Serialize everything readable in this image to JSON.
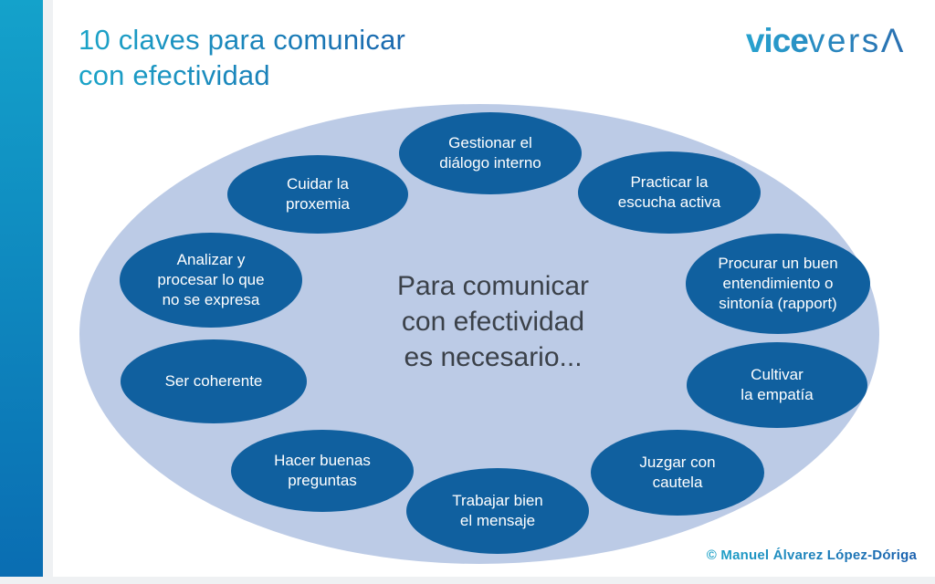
{
  "header": {
    "title": "10 claves para comunicar\ncon efectividad"
  },
  "logo": {
    "bold": "vice",
    "light": "versΛ"
  },
  "diagram": {
    "center_text": "Para comunicar\ncon efectividad\nes necesario...",
    "items": [
      {
        "id": "gestionar-dialogo-interno",
        "label": "Gestionar el\ndiálogo interno"
      },
      {
        "id": "practicar-escucha-activa",
        "label": "Practicar la\nescucha activa"
      },
      {
        "id": "procurar-entendimiento-rapport",
        "label": "Procurar un buen\nentendimiento o\nsintonía (rapport)"
      },
      {
        "id": "cultivar-empatia",
        "label": "Cultivar\nla empatía"
      },
      {
        "id": "juzgar-con-cautela",
        "label": "Juzgar con\ncautela"
      },
      {
        "id": "trabajar-bien-mensaje",
        "label": "Trabajar bien\nel mensaje"
      },
      {
        "id": "hacer-buenas-preguntas",
        "label": "Hacer buenas\npreguntas"
      },
      {
        "id": "ser-coherente",
        "label": "Ser coherente"
      },
      {
        "id": "analizar-lo-no-expresado",
        "label": "Analizar y\nprocesar lo que\nno se expresa"
      },
      {
        "id": "cuidar-proxemia",
        "label": "Cuidar la\nproxemia"
      }
    ]
  },
  "footer": {
    "credit": "© Manuel Álvarez López-Dóriga"
  },
  "colors": {
    "node_blue": "#10609f",
    "stage_light_blue": "#bccbe6",
    "brand_teal": "#1ba4c8",
    "brand_blue": "#1a67ae",
    "center_text_gray": "#3b4149",
    "edge_gray": "#eff1f3"
  }
}
